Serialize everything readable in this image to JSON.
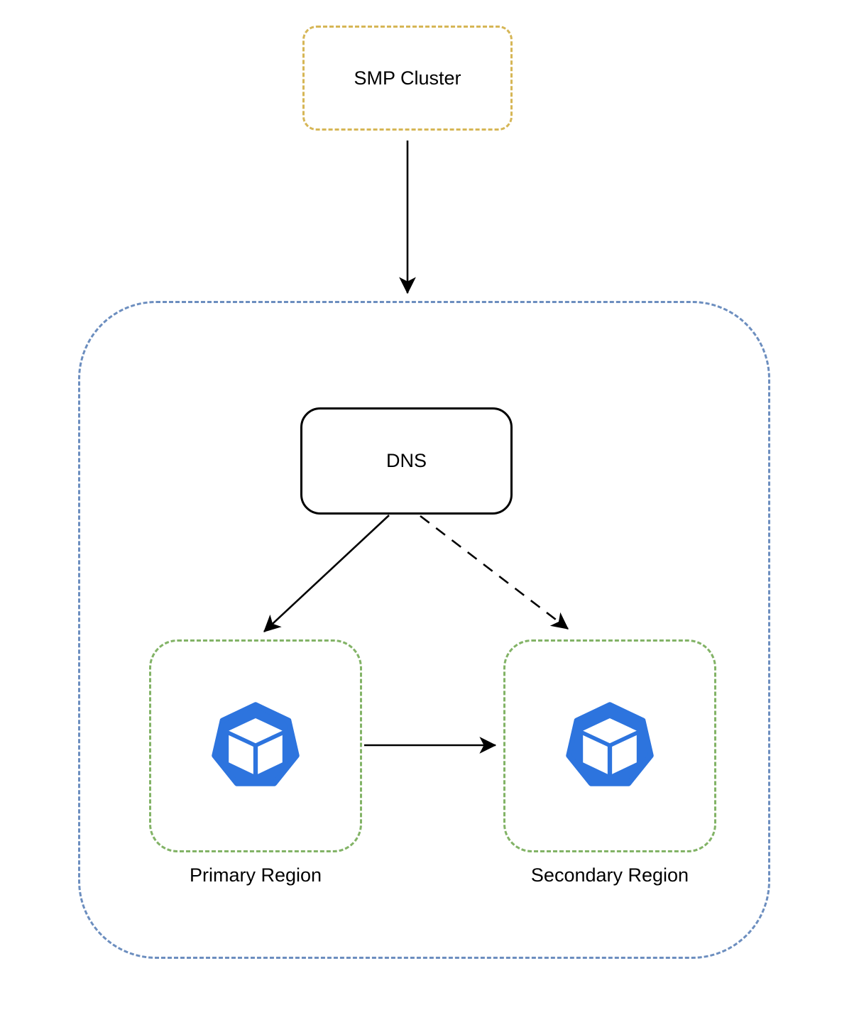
{
  "diagram": {
    "title": "SMP Cluster DNS multi-region failover diagram",
    "nodes": {
      "smp_cluster": {
        "label": "SMP Cluster",
        "shape": "rounded-rect",
        "border": "dashed-yellow"
      },
      "dns_zone": {
        "label": "",
        "shape": "rounded-container",
        "border": "dashed-blue"
      },
      "dns": {
        "label": "DNS",
        "shape": "rounded-rect",
        "border": "solid-black"
      },
      "primary_region": {
        "label": "Primary Region",
        "shape": "rounded-rect",
        "border": "dashed-green",
        "icon": "cube-heptagon-icon"
      },
      "secondary_region": {
        "label": "Secondary Region",
        "shape": "rounded-rect",
        "border": "dashed-green",
        "icon": "cube-heptagon-icon"
      }
    },
    "edges": [
      {
        "from": "smp_cluster",
        "to": "dns_zone",
        "style": "solid",
        "direction": "down"
      },
      {
        "from": "dns",
        "to": "primary_region",
        "style": "solid",
        "direction": "down-left"
      },
      {
        "from": "dns",
        "to": "secondary_region",
        "style": "dashed",
        "direction": "down-right"
      },
      {
        "from": "primary_region",
        "to": "secondary_region",
        "style": "solid",
        "direction": "right"
      }
    ]
  },
  "colors": {
    "background": "#FFFFFF",
    "text": "#000000",
    "arrow": "#000000",
    "smp_cluster_border": "#D6B656",
    "outer_container_border": "#6C8EBF",
    "region_border": "#82B366",
    "dns_border": "#000000",
    "icon_blue": "#2D74DE"
  }
}
